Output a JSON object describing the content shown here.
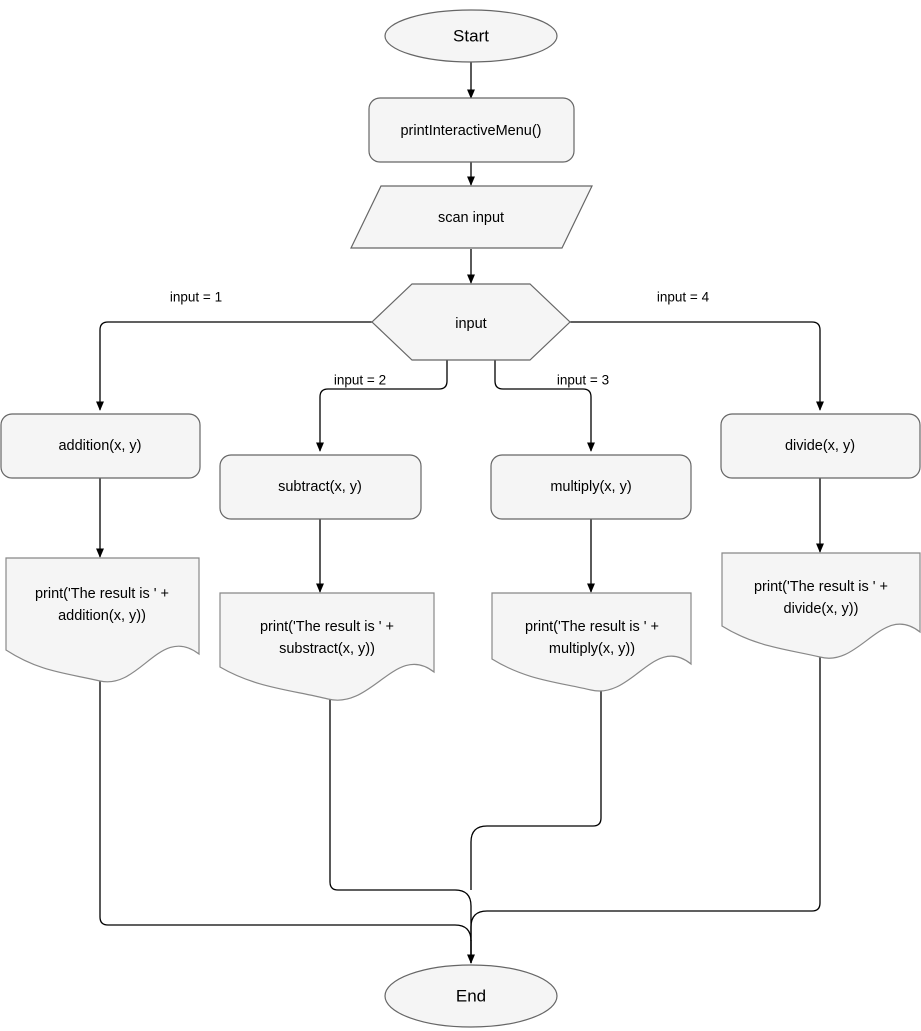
{
  "diagram": {
    "title": "Interactive calculator menu flowchart",
    "background_color": "#ffffff",
    "node_fill": "#f5f5f5",
    "node_stroke": "#666666",
    "edge_stroke": "#000000",
    "text_color": "#000000"
  },
  "nodes": {
    "start": {
      "label": "Start",
      "shape": "ellipse"
    },
    "print_menu": {
      "label": "printInteractiveMenu()",
      "shape": "rounded-rectangle"
    },
    "scan_input": {
      "label": "scan input",
      "shape": "parallelogram"
    },
    "decision": {
      "label": "input",
      "shape": "hexagon"
    },
    "addition": {
      "label": "addition(x, y)",
      "shape": "rounded-rectangle"
    },
    "subtract": {
      "label": "subtract(x, y)",
      "shape": "rounded-rectangle"
    },
    "multiply": {
      "label": "multiply(x, y)",
      "shape": "rounded-rectangle"
    },
    "divide": {
      "label": "divide(x, y)",
      "shape": "rounded-rectangle"
    },
    "print_addition": {
      "shape": "document",
      "line1": "print('The result is ' +",
      "line2": "addition(x, y))"
    },
    "print_subtract": {
      "shape": "document",
      "line1": "print('The result is ' +",
      "line2": "substract(x, y))"
    },
    "print_multiply": {
      "shape": "document",
      "line1": "print('The result is ' +",
      "line2": "multiply(x, y))"
    },
    "print_divide": {
      "shape": "document",
      "line1": "print('The result is ' +",
      "line2": "divide(x, y))"
    },
    "end": {
      "label": "End",
      "shape": "ellipse"
    }
  },
  "edge_labels": {
    "branch1": "input = 1",
    "branch2": "input = 2",
    "branch3": "input = 3",
    "branch4": "input = 4"
  }
}
